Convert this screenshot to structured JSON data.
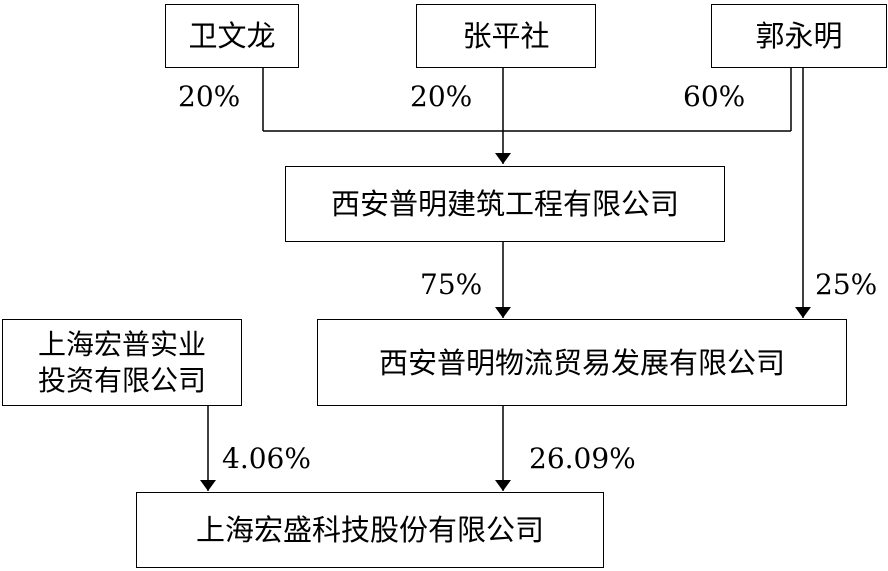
{
  "nodes": {
    "wei_wenlong": "卫文龙",
    "zhang_pingshe": "张平社",
    "guo_yongming": "郭永明",
    "xian_puming_construction": "西安普明建筑工程有限公司",
    "xian_puming_logistics": "西安普明物流贸易发展有限公司",
    "shanghai_hongpu_line1": "上海宏普实业",
    "shanghai_hongpu_line2": "投资有限公司",
    "shanghai_hongsheng": "上海宏盛科技股份有限公司"
  },
  "edges": {
    "wei_to_construction": "20%",
    "zhang_to_construction": "20%",
    "guo_to_construction": "60%",
    "construction_to_logistics": "75%",
    "guo_to_logistics": "25%",
    "hongpu_to_hongsheng": "4.06%",
    "logistics_to_hongsheng": "26.09%"
  }
}
